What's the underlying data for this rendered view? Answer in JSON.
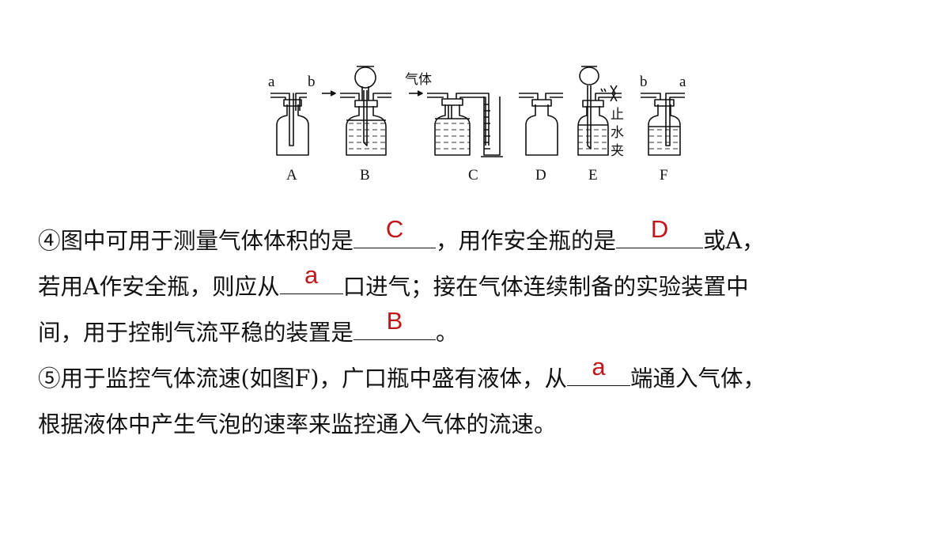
{
  "diagram": {
    "labels": [
      "A",
      "B",
      "C",
      "D",
      "E",
      "F"
    ],
    "port_a": "a",
    "port_b": "b",
    "gas_label": "气体",
    "clip_label": [
      "止",
      "水",
      "夹"
    ]
  },
  "text": {
    "l1_a": "④图中可用于测量气体体积的是",
    "l1_ans1": "C",
    "l1_b": "，用作安全瓶的是",
    "l1_ans2": "D",
    "l1_c": "或A，",
    "l2_a": "若用A作安全瓶，则应从",
    "l2_ans": "a",
    "l2_b": "口进气；接在气体连续制备的实验装置中",
    "l3_a": "间，用于控制气流平稳的装置是",
    "l3_ans": "B",
    "l3_b": "。",
    "l4_a": "⑤用于监控气体流速(如图F)，广口瓶中盛有液体，从",
    "l4_ans": "a",
    "l4_b": "端通入气体，",
    "l5": "根据液体中产生气泡的速率来监控通入气体的流速。"
  },
  "colors": {
    "answer": "#c0161b",
    "text": "#111111"
  }
}
